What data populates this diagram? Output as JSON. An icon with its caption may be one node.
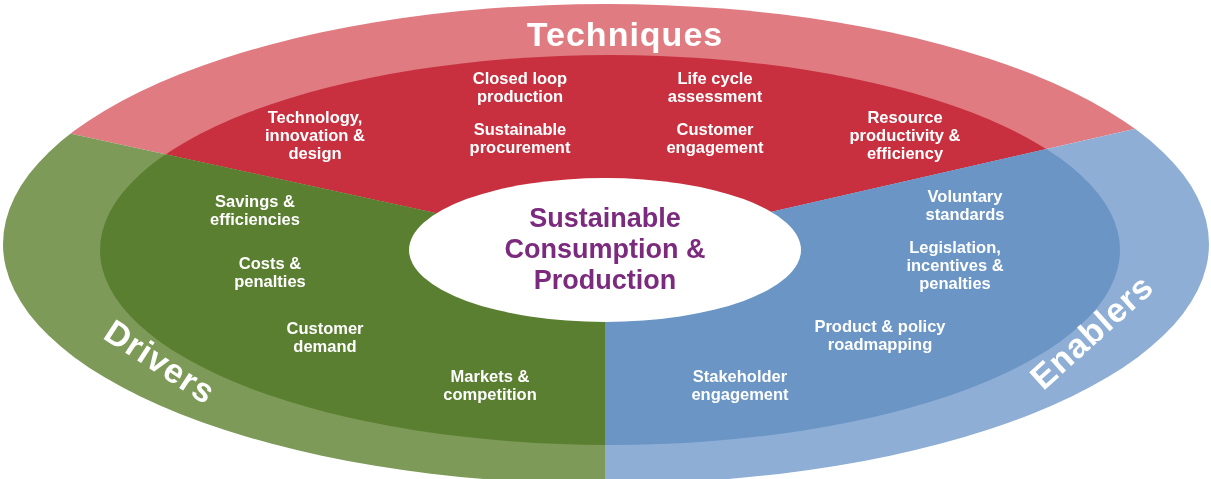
{
  "diagram": {
    "nodes": [
      {
        "text": [
          "Techniques",
          "Closed loop production",
          "Life cycle assessment",
          "Technology, innovation & design",
          "Sustainable procurement",
          "Customer engagement",
          "Resource productivity & efficiency"
        ]
      },
      {
        "text": [
          "Drivers",
          "Savings & efficiencies",
          "Costs & penalties",
          "Customer demand",
          "Markets & competition"
        ]
      },
      {
        "text": [
          "Enablers",
          "Voluntary standards",
          "Legislation, incentives & penalties",
          "Product & policy roadmapping",
          "Stakeholder engagement"
        ]
      },
      {
        "text": [
          "Sustainable Consumption & Production"
        ]
      }
    ]
  }
}
